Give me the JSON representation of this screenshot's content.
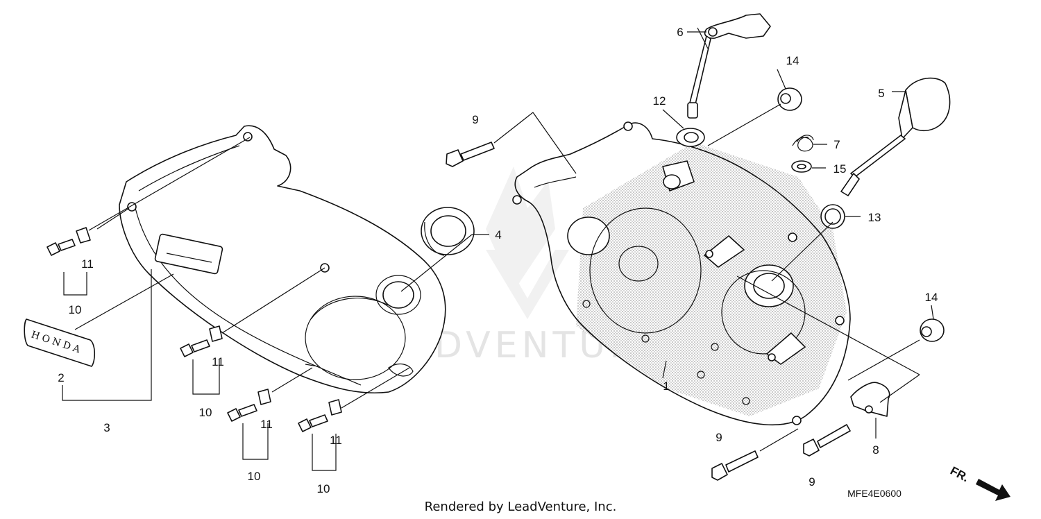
{
  "diagram": {
    "parts": [
      {
        "id": "p1",
        "number": "1"
      },
      {
        "id": "p2",
        "number": "2"
      },
      {
        "id": "p3",
        "number": "3"
      },
      {
        "id": "p4",
        "number": "4"
      },
      {
        "id": "p5",
        "number": "5"
      },
      {
        "id": "p6",
        "number": "6"
      },
      {
        "id": "p7",
        "number": "7"
      },
      {
        "id": "p8",
        "number": "8"
      },
      {
        "id": "p9a",
        "number": "9"
      },
      {
        "id": "p9b",
        "number": "9"
      },
      {
        "id": "p9c",
        "number": "9"
      },
      {
        "id": "p10a",
        "number": "10"
      },
      {
        "id": "p10b",
        "number": "10"
      },
      {
        "id": "p10c",
        "number": "10"
      },
      {
        "id": "p10d",
        "number": "10"
      },
      {
        "id": "p11a",
        "number": "11"
      },
      {
        "id": "p11b",
        "number": "11"
      },
      {
        "id": "p11c",
        "number": "11"
      },
      {
        "id": "p11d",
        "number": "11"
      },
      {
        "id": "p12",
        "number": "12"
      },
      {
        "id": "p13",
        "number": "13"
      },
      {
        "id": "p14a",
        "number": "14"
      },
      {
        "id": "p14b",
        "number": "14"
      },
      {
        "id": "p15",
        "number": "15"
      }
    ],
    "emblem_text": "HONDA",
    "diagram_code": "MFE4E0600",
    "front_marker": "FR.",
    "watermark": "LEADVENTURE",
    "footer": "Rendered by LeadVenture, Inc."
  }
}
